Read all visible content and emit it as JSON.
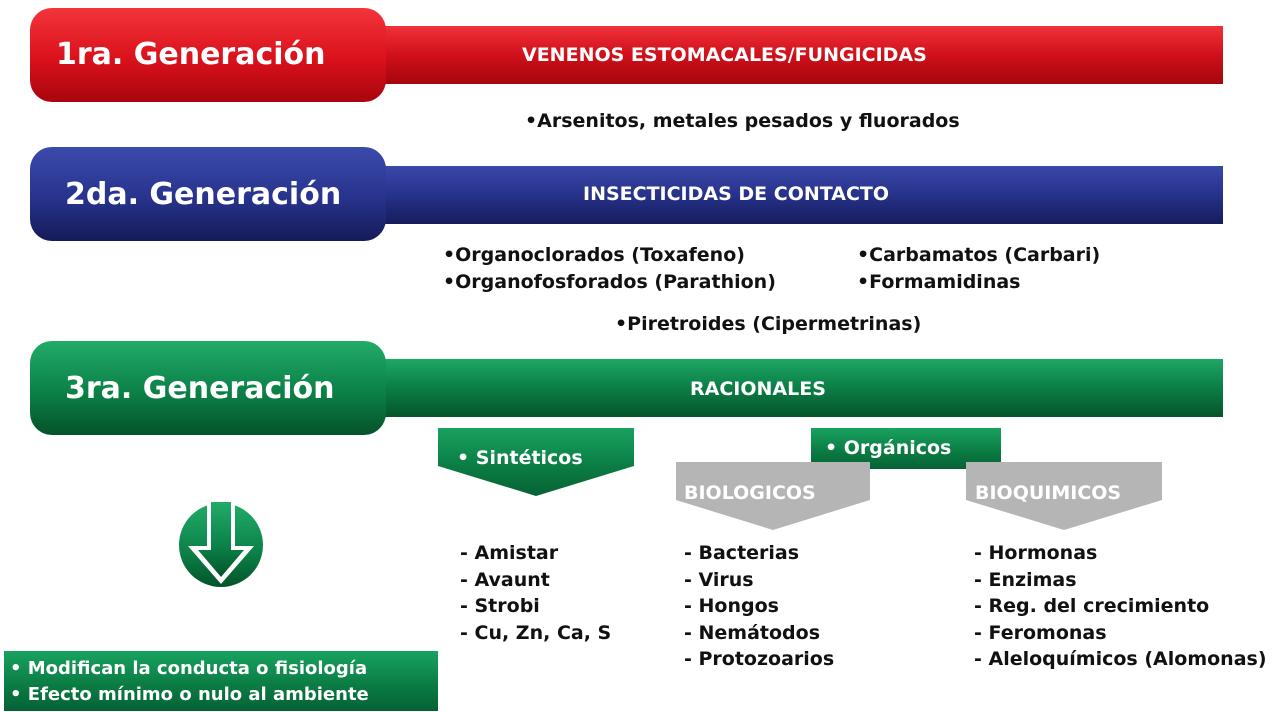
{
  "generations": [
    {
      "title": "1ra. Generación",
      "category": "VENENOS ESTOMACALES/FUNGICIDAS"
    },
    {
      "title": "2da. Generación",
      "category": "INSECTICIDAS DE CONTACTO"
    },
    {
      "title": "3ra. Generación",
      "category": "RACIONALES"
    }
  ],
  "gen1_items": [
    "•Arsenitos, metales pesados y fluorados"
  ],
  "gen2_items": {
    "left": [
      "•Organoclorados (Toxafeno)",
      "•Organofosforados (Parathion)"
    ],
    "right": [
      "•Carbamatos (Carbari)",
      "•Formamidinas"
    ],
    "center": "•Piretroides (Cipermetrinas)"
  },
  "gen3": {
    "sinteticos": {
      "label": "• Sintéticos",
      "items": [
        "- Amistar",
        "- Avaunt",
        "- Strobi",
        "- Cu, Zn, Ca, S"
      ]
    },
    "organicos": {
      "label": "• Orgánicos",
      "biologicos": {
        "label": "BIOLOGICOS",
        "items": [
          "- Bacterias",
          "- Virus",
          "- Hongos",
          "- Nemátodos",
          "- Protozoarios"
        ]
      },
      "bioquimicos": {
        "label": "BIOQUIMICOS",
        "items": [
          "- Hormonas",
          "- Enzimas",
          "- Reg. del crecimiento",
          "- Feromonas",
          "- Aleloquímicos (Alomonas)"
        ]
      }
    }
  },
  "summary": [
    "• Modifican la conducta o fisiología",
    "• Efecto mínimo o nulo al ambiente"
  ],
  "icons": {
    "down_arrow": "down-arrow-circle-icon"
  },
  "colors": {
    "gen1": "#d9111b",
    "gen2": "#27338c",
    "gen3": "#0b8047",
    "grey": "#b5b5b5"
  }
}
